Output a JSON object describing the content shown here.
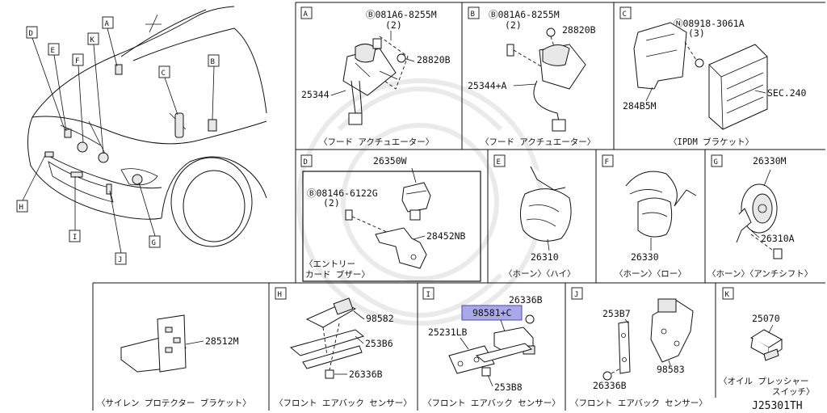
{
  "overview": {
    "letters": [
      "A",
      "B",
      "C",
      "D",
      "E",
      "F",
      "G",
      "H",
      "I",
      "J",
      "K"
    ]
  },
  "panels": {
    "A": {
      "letter": "A",
      "caption": "〈フード アクチュエーター〉",
      "parts": {
        "bolt": "Ⓑ081A6-8255M",
        "bolt_qty": "(2)",
        "nut": "28820B",
        "actuator": "25344"
      }
    },
    "B": {
      "letter": "B",
      "caption": "〈フード アクチュエーター〉",
      "parts": {
        "bolt": "Ⓑ081A6-8255M",
        "bolt_qty": "(2)",
        "nut": "28820B",
        "actuator": "25344+A"
      }
    },
    "C": {
      "letter": "C",
      "caption": "〈IPDM ブラケット〉",
      "parts": {
        "nut": "Ⓝ08918-3061A",
        "nut_qty": "(3)",
        "bracket": "284B5M",
        "ipdm": "SEC.240"
      }
    },
    "D": {
      "letter": "D",
      "caption_1": "〈エントリー",
      "caption_2": "カード ブザー〉",
      "parts": {
        "buzzer": "26350W",
        "bolt": "Ⓑ08146-6122G",
        "bolt_qty": "(2)",
        "bracket": "28452NB"
      }
    },
    "E": {
      "letter": "E",
      "caption": "〈ホーン〉〈ハイ〉",
      "parts": {
        "horn": "26310"
      }
    },
    "F": {
      "letter": "F",
      "caption": "〈ホーン〉〈ロー〉",
      "parts": {
        "horn": "26330"
      }
    },
    "G": {
      "letter": "G",
      "caption": "〈ホーン〉〈アンチシフト〉",
      "parts": {
        "horn": "26330M",
        "bracket": "26310A"
      }
    },
    "siren": {
      "caption": "〈サイレン プロテクター ブラケット〉",
      "parts": {
        "bracket": "28512M"
      }
    },
    "H": {
      "letter": "H",
      "caption": "〈フロント エアバック センサー〉",
      "parts": {
        "sensor": "98582",
        "bracket": "253B6",
        "nut": "26336B"
      }
    },
    "I": {
      "letter": "I",
      "caption": "〈フロント エアバック センサー〉",
      "parts": {
        "sensor": "98581+C",
        "nut": "26336B",
        "bracket_l": "25231LB",
        "bracket_r": "253B8"
      }
    },
    "J": {
      "letter": "J",
      "caption": "〈フロント エアバック センサー〉",
      "parts": {
        "bracket": "253B7",
        "nut": "26336B",
        "sensor": "98583"
      }
    },
    "K": {
      "letter": "K",
      "caption_1": "〈オイル プレッシャー",
      "caption_2": "スイッチ〉",
      "parts": {
        "switch": "25070"
      }
    }
  },
  "diagram_id": "J25301TH",
  "colors": {
    "highlight": "#a9a9e9",
    "line": "#111111"
  }
}
